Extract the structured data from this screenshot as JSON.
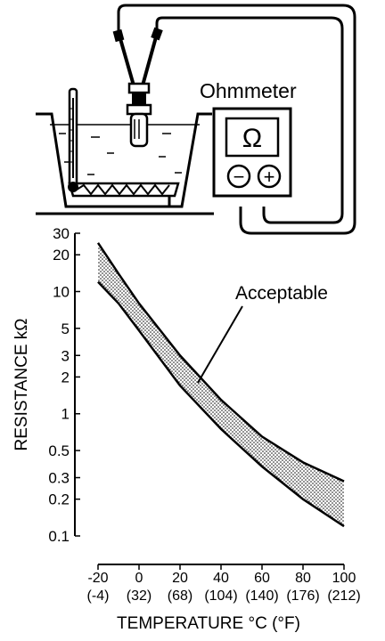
{
  "illustration": {
    "meter_label": "Ohmmeter",
    "meter_symbol": "Ω",
    "minus_symbol": "−",
    "plus_symbol": "+"
  },
  "chart_data": {
    "type": "area",
    "ylabel": "RESISTANCE kΩ",
    "xlabel": "TEMPERATURE °C (°F)",
    "y_scale": "log",
    "ylim": [
      0.1,
      30
    ],
    "xlim": [
      -20,
      100
    ],
    "y_ticks": [
      {
        "value": 30,
        "label": "30"
      },
      {
        "value": 20,
        "label": "20"
      },
      {
        "value": 10,
        "label": "10"
      },
      {
        "value": 5,
        "label": "5"
      },
      {
        "value": 3,
        "label": "3"
      },
      {
        "value": 2,
        "label": "2"
      },
      {
        "value": 1,
        "label": "1"
      },
      {
        "value": 0.5,
        "label": "0.5"
      },
      {
        "value": 0.3,
        "label": "0.3"
      },
      {
        "value": 0.2,
        "label": "0.2"
      },
      {
        "value": 0.1,
        "label": "0.1"
      }
    ],
    "x_ticks": [
      {
        "value": -20,
        "label": "-20",
        "sublabel": "(-4)"
      },
      {
        "value": 0,
        "label": "0",
        "sublabel": "(32)"
      },
      {
        "value": 20,
        "label": "20",
        "sublabel": "(68)"
      },
      {
        "value": 40,
        "label": "40",
        "sublabel": "(104)"
      },
      {
        "value": 60,
        "label": "60",
        "sublabel": "(140)"
      },
      {
        "value": 80,
        "label": "80",
        "sublabel": "(176)"
      },
      {
        "value": 100,
        "label": "100",
        "sublabel": "(212)"
      }
    ],
    "band_label": "Acceptable",
    "upper_bound": [
      {
        "x": -20,
        "y": 25
      },
      {
        "x": -10,
        "y": 14
      },
      {
        "x": 0,
        "y": 8
      },
      {
        "x": 20,
        "y": 3
      },
      {
        "x": 40,
        "y": 1.3
      },
      {
        "x": 60,
        "y": 0.65
      },
      {
        "x": 80,
        "y": 0.4
      },
      {
        "x": 100,
        "y": 0.28
      }
    ],
    "lower_bound": [
      {
        "x": -20,
        "y": 12
      },
      {
        "x": -10,
        "y": 8
      },
      {
        "x": 0,
        "y": 4.8
      },
      {
        "x": 20,
        "y": 1.7
      },
      {
        "x": 40,
        "y": 0.75
      },
      {
        "x": 60,
        "y": 0.37
      },
      {
        "x": 80,
        "y": 0.2
      },
      {
        "x": 100,
        "y": 0.12
      }
    ]
  }
}
